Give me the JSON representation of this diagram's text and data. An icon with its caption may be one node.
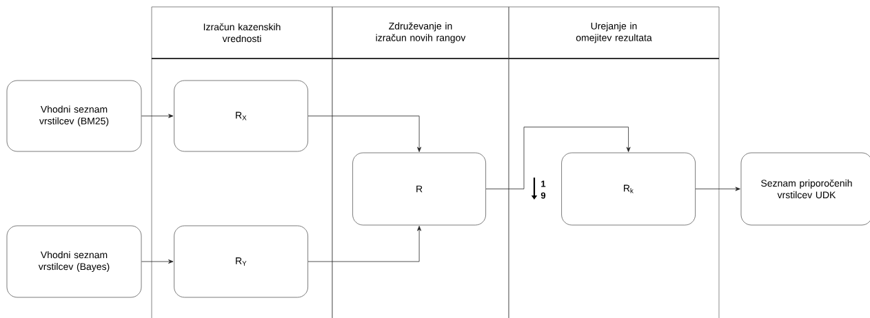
{
  "diagram": {
    "nodes": [
      {
        "text": [
          "Izračun kazenskih vrednosti"
        ]
      },
      {
        "text": [
          "Združevanje in izračun novih rangov"
        ]
      },
      {
        "text": [
          "Urejanje in omejitev rezultata"
        ]
      },
      {
        "text": [
          "Vhodni seznam vrstilcev (BM25)"
        ]
      },
      {
        "text": [
          "R$_{X}$"
        ],
        "in": 0
      },
      {
        "text": [
          "Vhodni seznam vrstilcev (Bayes)"
        ]
      },
      {
        "text": [
          "R$_{Y}$"
        ],
        "in": 0
      },
      {
        "text": [
          "R"
        ],
        "in": 1
      },
      {
        "text": [
          "R$_{k}$"
        ],
        "in": 2
      },
      {
        "text": [
          "Seznam priporočenih vrstilcev UDK"
        ]
      }
    ],
    "edges": [
      {
        "from": 3,
        "to": 4,
        "arrow": "to"
      },
      {
        "from": 5,
        "to": 6,
        "arrow": "to"
      },
      {
        "from": 4,
        "to": 7,
        "arrow": "to"
      },
      {
        "from": 6,
        "to": 7,
        "arrow": "to"
      },
      {
        "from": 7,
        "to": 8,
        "arrow": "to"
      },
      {
        "from": 8,
        "to": 9,
        "arrow": "to"
      }
    ],
    "labels": [
      "1",
      "9"
    ]
  }
}
